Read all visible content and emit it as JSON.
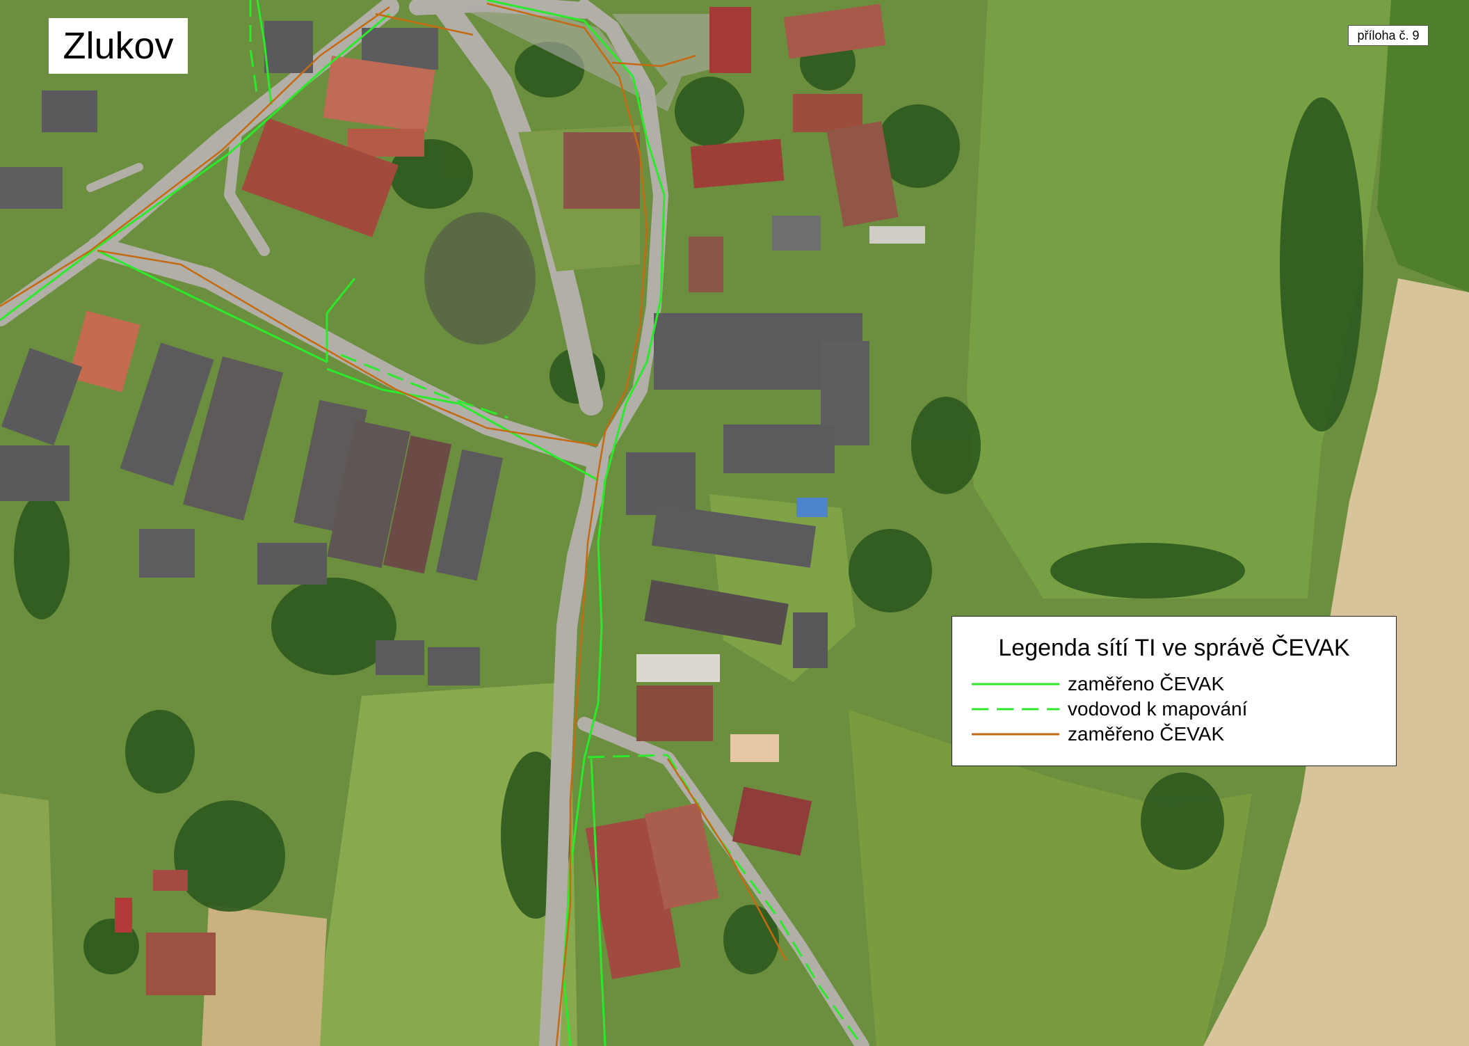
{
  "map": {
    "title": "Zlukov",
    "annex": "příloha č. 9",
    "colors": {
      "field": "#6f9a3c",
      "field_dark": "#5c8531",
      "field_stubble": "#d9c59c",
      "tree": "#2f5a1e",
      "road": "#b3b1aa",
      "roof_red": "#a4493b",
      "roof_grey": "#5b5a5c",
      "water": "#596a44",
      "line_green": "#2bea2b",
      "line_orange": "#c66a11"
    }
  },
  "legend": {
    "title": "Legenda sítí TI ve správě ČEVAK",
    "items": [
      {
        "label": "zaměřeno ČEVAK",
        "color": "#2bea2b",
        "style": "solid"
      },
      {
        "label": "vodovod k mapování",
        "color": "#2bea2b",
        "style": "dashed"
      },
      {
        "label": "zaměřeno ČEVAK",
        "color": "#c66a11",
        "style": "solid"
      }
    ]
  }
}
